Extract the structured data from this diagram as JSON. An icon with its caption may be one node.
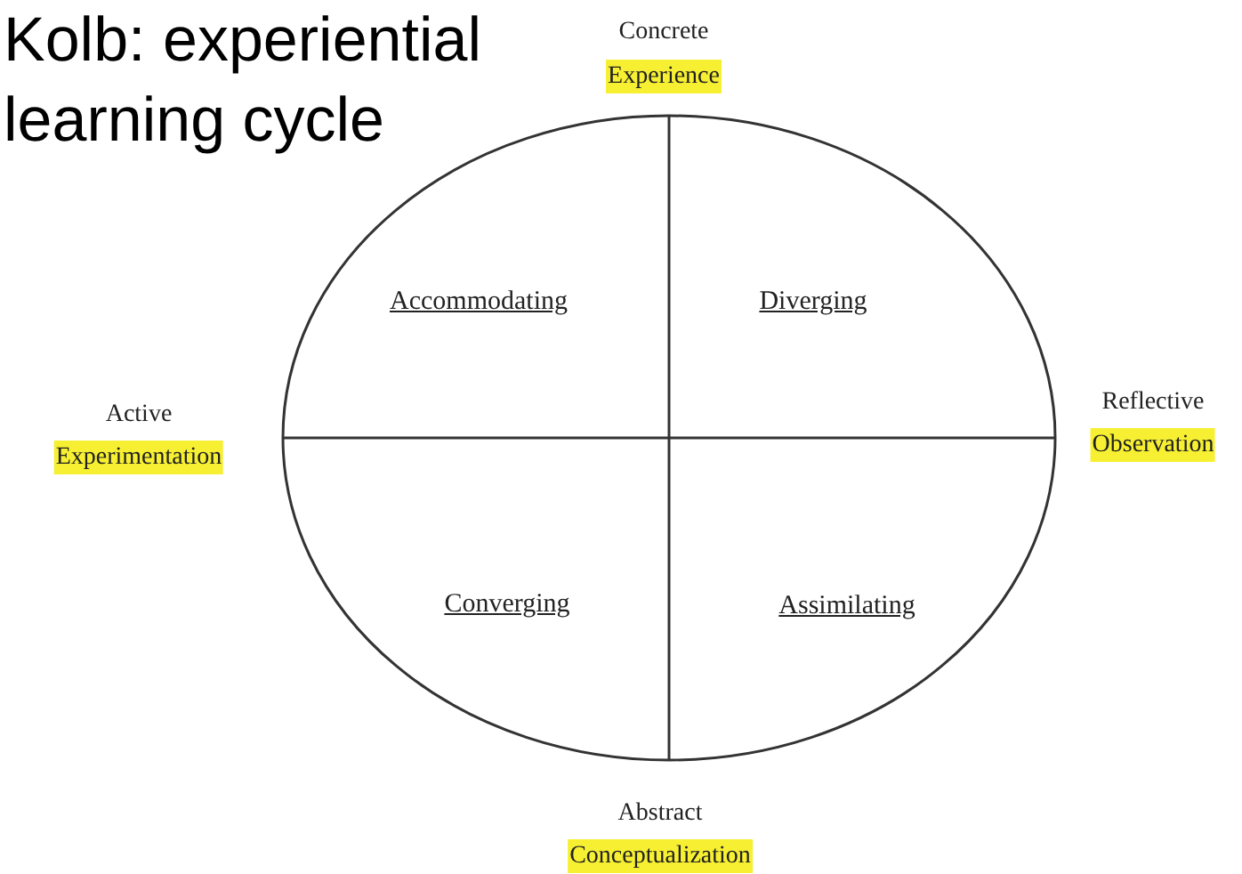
{
  "diagram": {
    "title": "Kolb: experiential learning cycle",
    "labels": [
      "Concrete",
      "Experience",
      "Accommodating",
      "Diverging",
      "Active",
      "Experimentation",
      "Reflective",
      "Observation",
      "Converging",
      "Assimilating",
      "Abstract",
      "Conceptualization"
    ]
  }
}
